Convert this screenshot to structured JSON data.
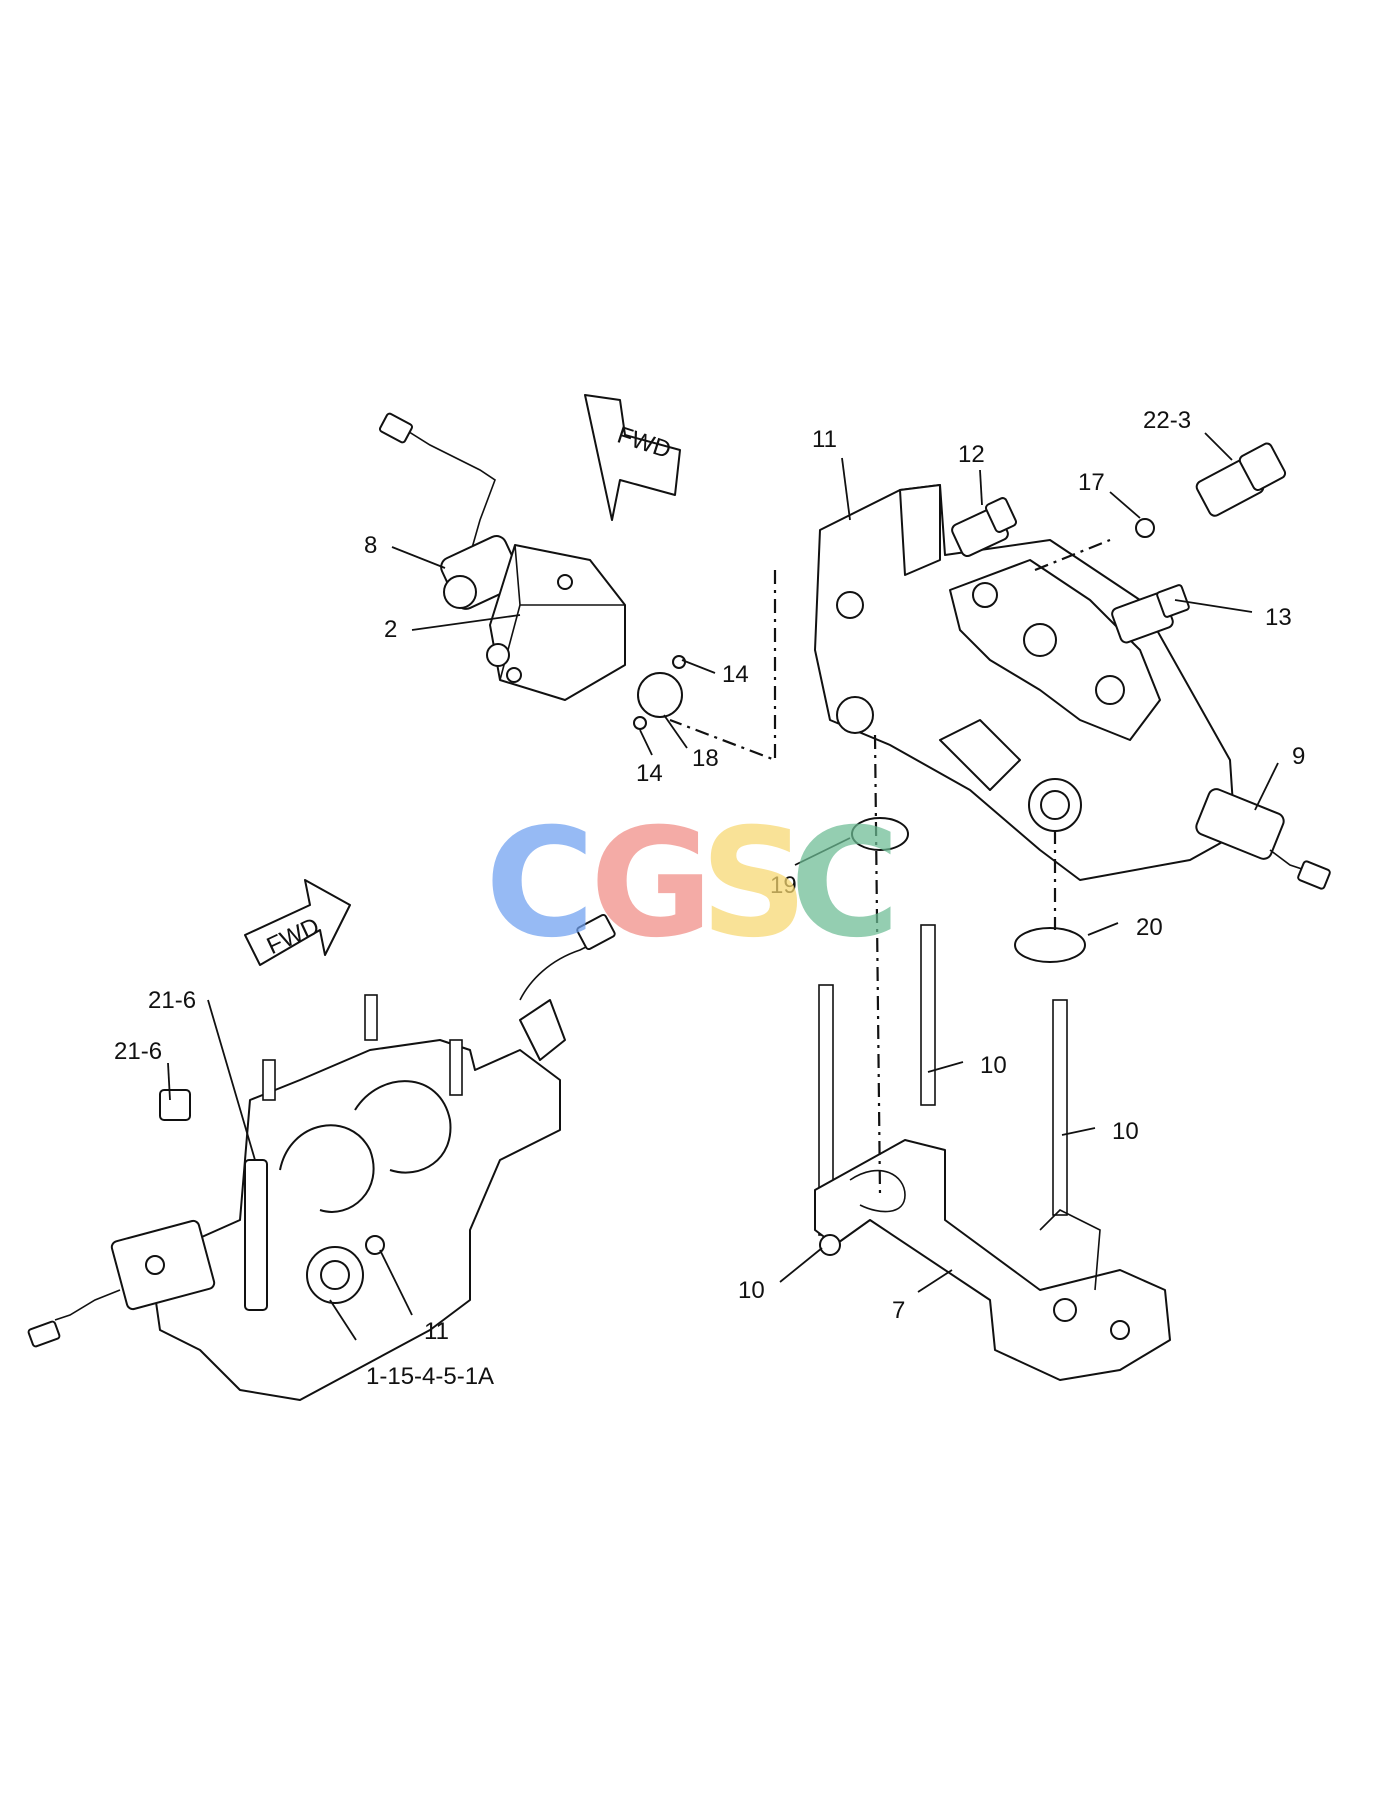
{
  "diagram": {
    "arrows": {
      "fwd_top": "FWD",
      "fwd_left": "FWD"
    },
    "callouts": {
      "c8": "8",
      "c2": "2",
      "c14a": "14",
      "c14b": "14",
      "c18": "18",
      "c11_top": "11",
      "c12": "12",
      "c22_3": "22-3",
      "c17": "17",
      "c13": "13",
      "c9": "9",
      "c19": "19",
      "c20": "20",
      "c10_a": "10",
      "c10_b": "10",
      "c10_c": "10",
      "c7": "7",
      "c21_6a": "21-6",
      "c21_6b": "21-6",
      "c11_bottom": "11",
      "c_asm": "1-15-4-5-1A"
    },
    "watermark": {
      "letters": [
        "C",
        "G",
        "S",
        "C"
      ],
      "colors": [
        "#6ea0f0",
        "#f08c84",
        "#f8d870",
        "#6cbc94"
      ]
    }
  }
}
